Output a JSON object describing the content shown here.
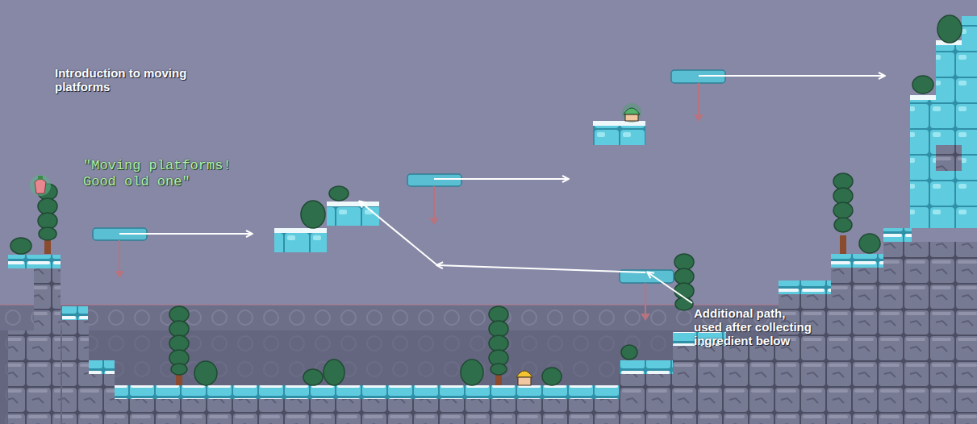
{
  "diagram": {
    "labels": [
      "Introduction to moving platforms",
      "\"Moving platforms! Good old one\"",
      "Additional path, used after collecting ingredient below"
    ]
  }
}
